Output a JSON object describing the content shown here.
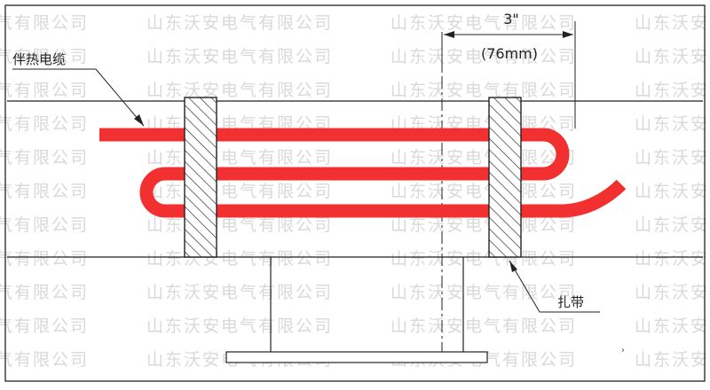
{
  "diagram": {
    "labels": {
      "cable": "伴热电缆",
      "strap": "扎带",
      "dim_inch": "3\"",
      "dim_mm": "(76mm)"
    },
    "watermark": {
      "text": "山东沃安电气有限公司",
      "color": "#d9d9d9"
    },
    "colors": {
      "cable": "#f23030",
      "line": "#222222",
      "background": "#ffffff"
    }
  }
}
